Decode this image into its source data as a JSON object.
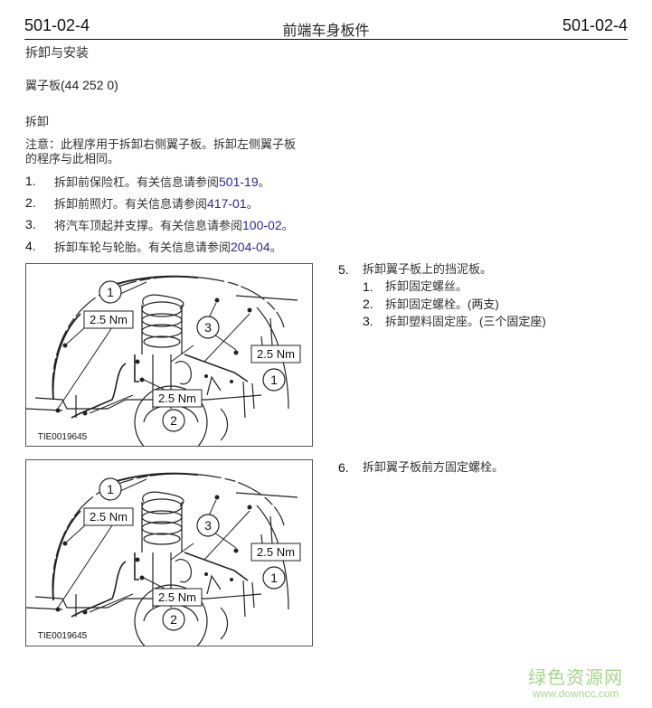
{
  "header": {
    "section_left": "501-02-4",
    "title": "前端车身板件",
    "section_right": "501-02-4"
  },
  "doc": {
    "heading": "拆卸与安装",
    "component": "翼子板",
    "component_code": "(44 252 0)",
    "subheading": "拆卸",
    "note_line1": "注意：此程序用于拆卸右侧翼子板。拆卸左侧翼子板",
    "note_line2": "的程序与此相同。",
    "steps": [
      {
        "num": "1.",
        "text": "拆卸前保险杠。有关信息请参阅",
        "link": "501-19",
        "end": "。"
      },
      {
        "num": "2.",
        "text": "拆卸前照灯。有关信息请参阅",
        "link": "417-01",
        "end": "。"
      },
      {
        "num": "3.",
        "text": "将汽车顶起并支撑。有关信息请参阅",
        "link": "100-02",
        "end": "。"
      },
      {
        "num": "4.",
        "text": "拆卸车轮与轮胎。有关信息请参阅",
        "link": "204-04",
        "end": "。"
      }
    ],
    "step5": {
      "num": "5.",
      "text": "拆卸翼子板上的挡泥板。",
      "substeps": [
        {
          "num": "1.",
          "text": "拆卸固定螺丝。"
        },
        {
          "num": "2.",
          "text": "拆卸固定螺栓。",
          "extra": "(两支)"
        },
        {
          "num": "3.",
          "text": "拆卸塑料固定座。",
          "extra": "(三个固定座)"
        }
      ]
    },
    "step6": {
      "num": "6.",
      "text": "拆卸翼子板前方固定螺栓。"
    }
  },
  "figures": [
    {
      "id": "TIE0019645",
      "callouts": [
        {
          "num": "1",
          "torque": "2.5 Nm"
        },
        {
          "num": "1",
          "torque": "2.5 Nm"
        },
        {
          "num": "2",
          "torque": "2.5 Nm"
        },
        {
          "num": "3",
          "torque": ""
        }
      ]
    },
    {
      "id": "TIE0019645",
      "callouts": [
        {
          "num": "1",
          "torque": "2.5 Nm"
        },
        {
          "num": "1",
          "torque": "2.5 Nm"
        },
        {
          "num": "2",
          "torque": "2.5 Nm"
        },
        {
          "num": "3",
          "torque": ""
        }
      ]
    }
  ],
  "watermark": {
    "name": "绿色资源网",
    "url": "www.downcc.com"
  },
  "colors": {
    "link": "#2a2a9a",
    "watermark": "#a6d68a"
  }
}
